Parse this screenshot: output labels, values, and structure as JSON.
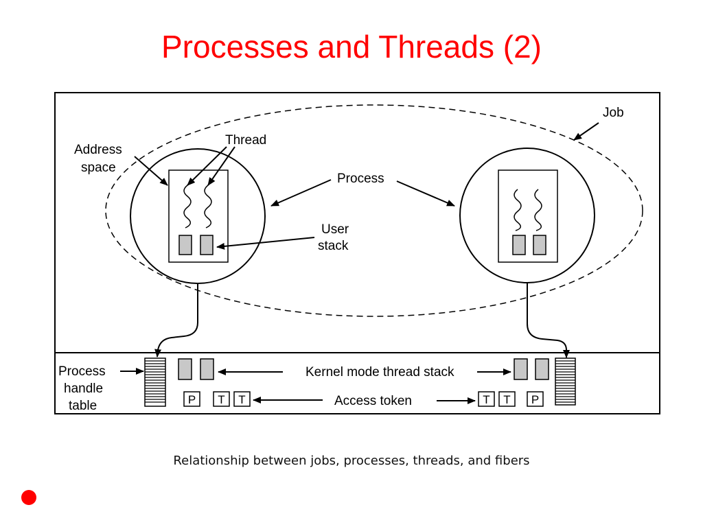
{
  "slide": {
    "title": "Processes and Threads (2)",
    "caption": "Relationship between jobs, processes, threads, and fibers"
  },
  "labels": {
    "job": "Job",
    "thread": "Thread",
    "address_space_line1": "Address",
    "address_space_line2": "space",
    "process": "Process",
    "user_stack_line1": "User",
    "user_stack_line2": "stack",
    "process_handle_table_line1": "Process",
    "process_handle_table_line2": "handle",
    "process_handle_table_line3": "table",
    "kernel_mode_thread_stack": "Kernel mode thread stack",
    "access_token": "Access token"
  },
  "tokens": {
    "left": [
      "P",
      "T",
      "T"
    ],
    "right": [
      "T",
      "T",
      "P"
    ]
  },
  "colors": {
    "title": "#ff0000",
    "bullet": "#ff0000",
    "stack_fill": "#c8c8c8",
    "line": "#000000"
  }
}
